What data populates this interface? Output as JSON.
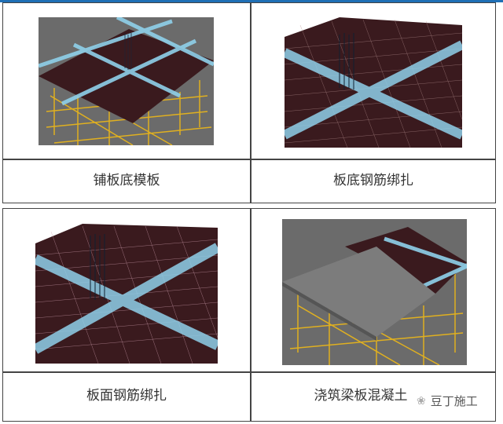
{
  "panels": [
    {
      "caption": "铺板底模板",
      "scene": "slab-formwork-with-scaffold",
      "background": "#6b6b6b"
    },
    {
      "caption": "板底钢筋绑扎",
      "scene": "bottom-rebar-grid",
      "background": "#ffffff"
    },
    {
      "caption": "板面钢筋绑扎",
      "scene": "top-rebar-grid",
      "background": "#ffffff"
    },
    {
      "caption": "浇筑梁板混凝土",
      "scene": "poured-concrete-slab",
      "background": "#6b6b6b"
    }
  ],
  "watermark": {
    "icon": "wechat-icon",
    "text": "豆丁施工"
  },
  "colors": {
    "accent_bar": "#1f6fb5",
    "slab": "#3a1a1e",
    "rebar": "#7fd3f0",
    "scaffold": "#e0b020",
    "concrete": "#7c7c7c"
  }
}
